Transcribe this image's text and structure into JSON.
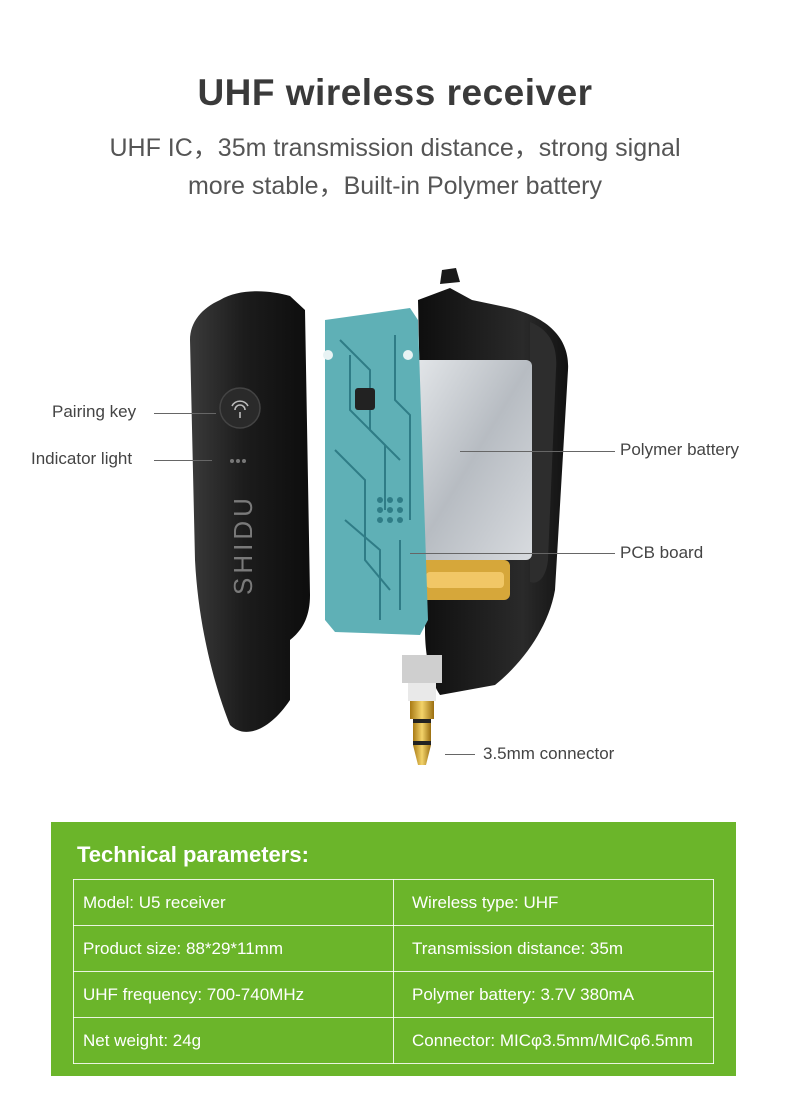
{
  "header": {
    "title": "UHF wireless receiver",
    "subtitle_line1": "UHF IC，35m transmission distance，strong signal",
    "subtitle_line2": "more stable，Built-in Polymer battery"
  },
  "product": {
    "brand_text": "SHIDU",
    "callouts": {
      "pairing_key": "Pairing key",
      "indicator_light": "Indicator light",
      "polymer_battery": "Polymer battery",
      "pcb_board": "PCB board",
      "connector": "3.5mm connector"
    }
  },
  "colors": {
    "panel_green": "#6bb52a",
    "pcb_teal": "#5fb0b6",
    "housing_black": "#1a1a1a",
    "battery_silver": "#c8ccd0",
    "gold": "#d8b13c"
  },
  "specs": {
    "title": "Technical parameters:",
    "rows": [
      [
        "Model: U5 receiver",
        "Wireless type: UHF"
      ],
      [
        "Product size: 88*29*11mm",
        "Transmission distance: 35m"
      ],
      [
        "UHF frequency: 700-740MHz",
        "Polymer battery: 3.7V 380mA"
      ],
      [
        "Net weight: 24g",
        "Connector: MICφ3.5mm/MICφ6.5mm"
      ]
    ]
  }
}
